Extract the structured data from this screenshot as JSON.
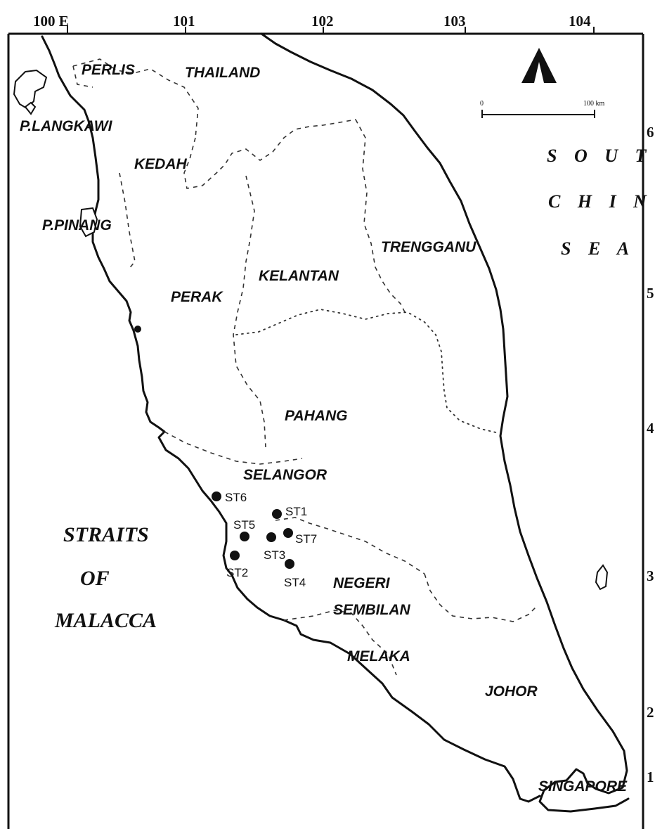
{
  "longitude_ticks": [
    "100 E",
    "101",
    "102",
    "103",
    "104"
  ],
  "latitude_ticks": [
    "6",
    "5",
    "4",
    "3",
    "2",
    "1"
  ],
  "states": {
    "perlis": "PERLIS",
    "thailand": "THAILAND",
    "langkawi": "P.LANGKAWI",
    "kedah": "KEDAH",
    "pinang": "P.PINANG",
    "perak": "PERAK",
    "kelantan": "KELANTAN",
    "trengganu": "TRENGGANU",
    "pahang": "PAHANG",
    "selangor": "SELANGOR",
    "negeri_1": "NEGERI",
    "negeri_2": "SEMBILAN",
    "melaka": "MELAKA",
    "johor": "JOHOR",
    "singapore": "SINGAPORE"
  },
  "seas": {
    "south_china": [
      "S O U T H",
      "C H I N A",
      "S E A"
    ],
    "malacca": [
      "STRAITS",
      "OF",
      "MALACCA"
    ]
  },
  "scale": {
    "start": "0",
    "end": "100 km"
  },
  "stations": [
    {
      "label": "ST1"
    },
    {
      "label": "ST2"
    },
    {
      "label": "ST3"
    },
    {
      "label": "ST4"
    },
    {
      "label": "ST5"
    },
    {
      "label": "ST6"
    },
    {
      "label": "ST7"
    }
  ],
  "colors": {
    "ink": "#111111",
    "background": "#ffffff"
  },
  "icons": {
    "north_arrow": "north-arrow-icon"
  }
}
